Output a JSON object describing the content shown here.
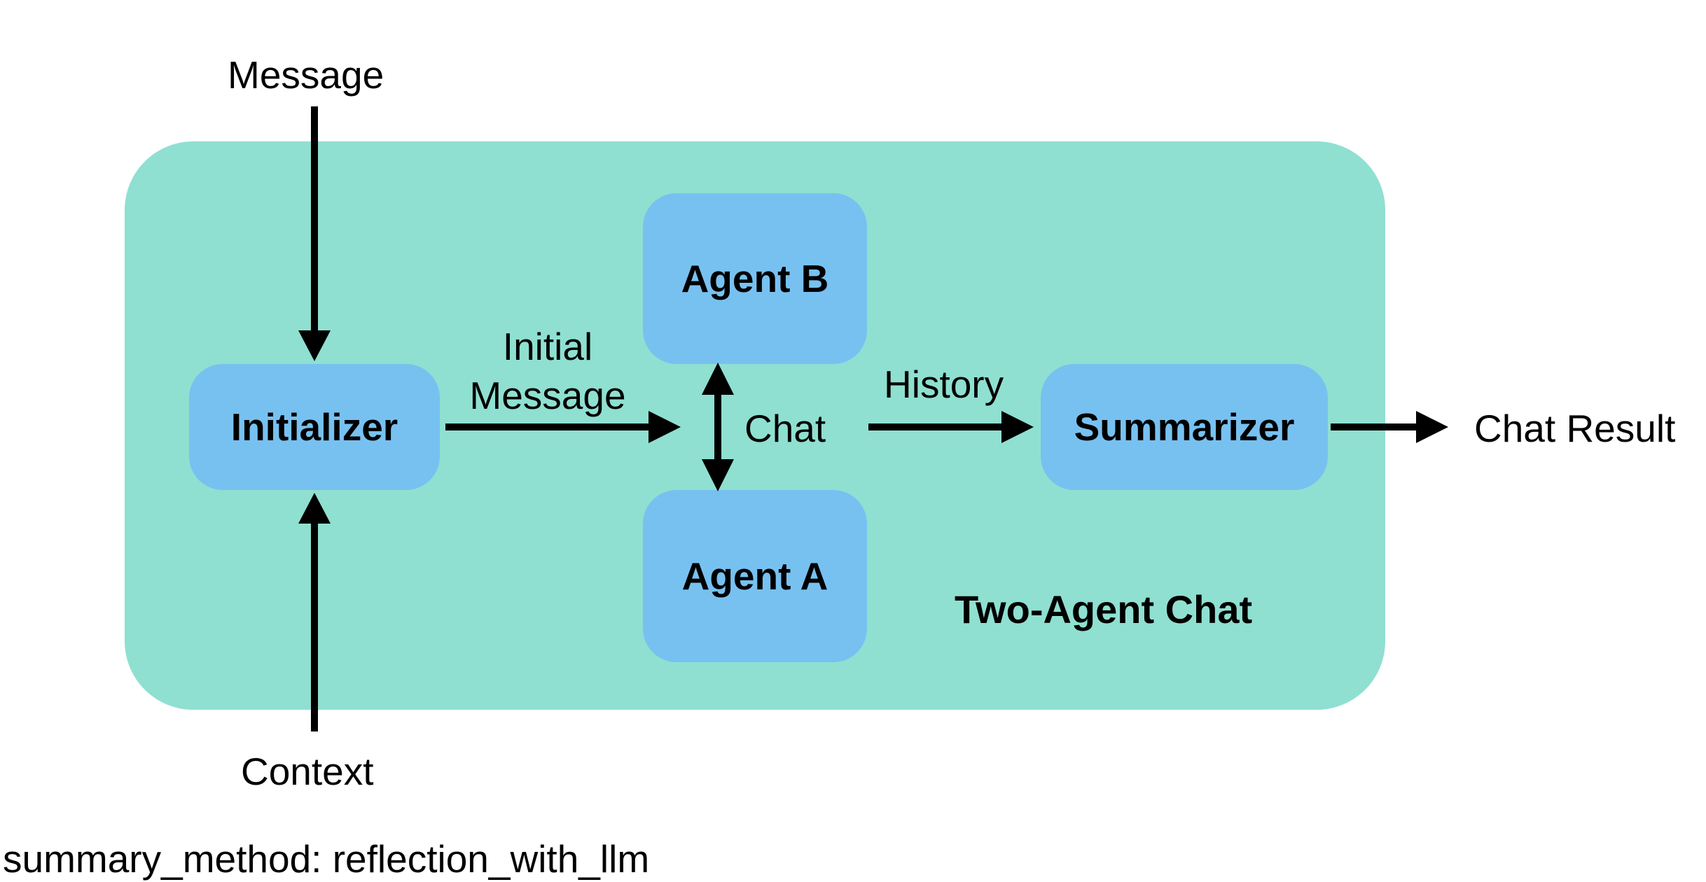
{
  "colors": {
    "container_fill": "#8fe0d1",
    "node_fill": "#77c1f1",
    "line": "#000000"
  },
  "diagram": {
    "container_label": "Two-Agent Chat",
    "nodes": {
      "initializer": "Initializer",
      "agent_b": "Agent B",
      "agent_a": "Agent A",
      "summarizer": "Summarizer"
    },
    "labels": {
      "message": "Message",
      "context": "Context",
      "initial_message": "Initial Message",
      "chat": "Chat",
      "history": "History",
      "chat_result": "Chat Result"
    }
  },
  "footer": {
    "summary_method": "summary_method: reflection_with_llm"
  }
}
